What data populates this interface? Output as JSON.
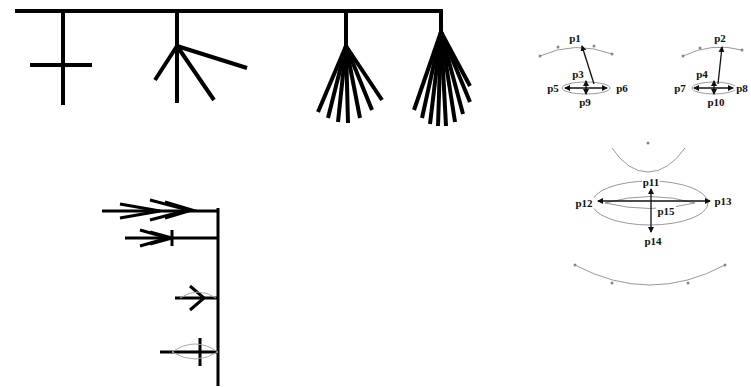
{
  "diagram": {
    "labels": [
      "p1",
      "p2",
      "p3",
      "p4",
      "p5",
      "p6",
      "p7",
      "p8",
      "p9",
      "p10",
      "p11",
      "p12",
      "p13",
      "p14",
      "p15"
    ]
  }
}
